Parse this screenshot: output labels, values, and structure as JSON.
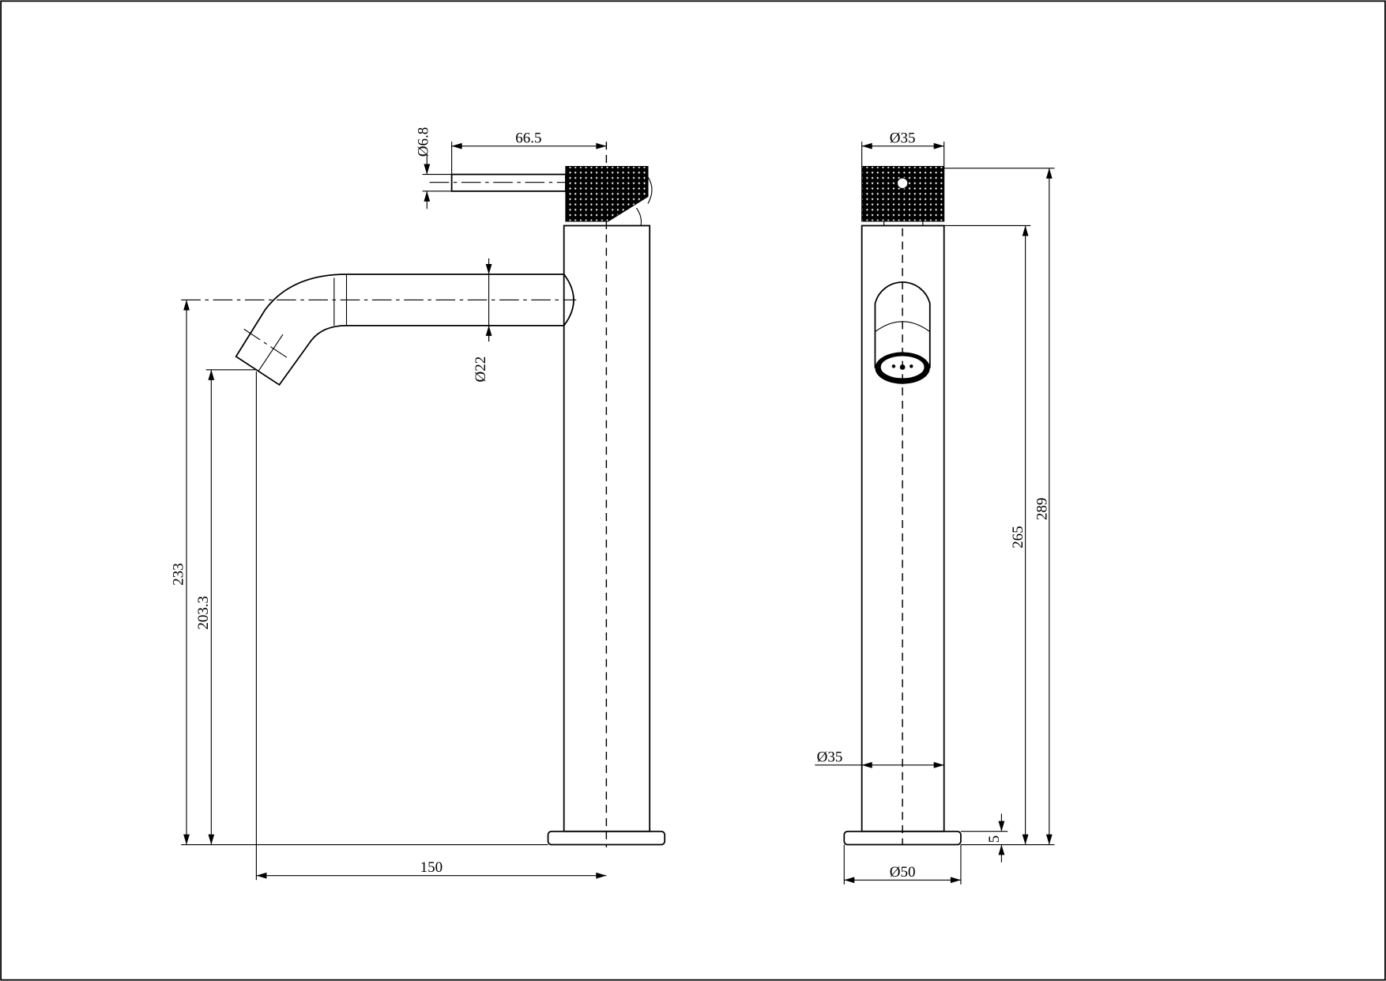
{
  "drawing": {
    "side_view": {
      "lever_length": "66.5",
      "lever_diameter": "Ø6.8",
      "spout_diameter": "Ø22",
      "spout_height": "233",
      "outlet_height": "203.3",
      "spout_reach": "150"
    },
    "front_view": {
      "handle_diameter": "Ø35",
      "body_diameter": "Ø35",
      "base_diameter": "Ø50",
      "base_thickness": "5",
      "body_height": "265",
      "total_height": "289"
    },
    "colors": {
      "line": "#000000",
      "background": "#ffffff"
    }
  }
}
